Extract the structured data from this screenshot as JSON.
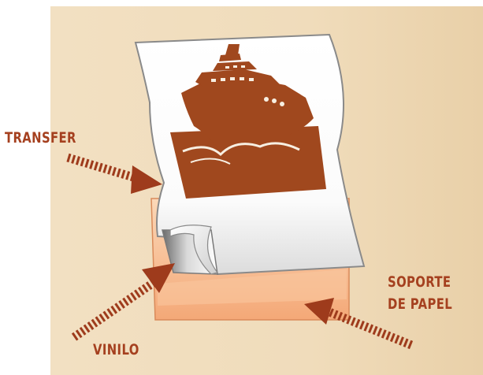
{
  "labels": {
    "transfer": "TRANSFER",
    "vinilo": "VINILO",
    "soporte_line1": "SOPORTE",
    "soporte_line2": "DE PAPEL"
  },
  "colors": {
    "background_panel": "#f3e2c4",
    "label_text": "#a5401f",
    "ship_graphic": "#a0481e",
    "arrow": "#9e3b1c",
    "backing_paper": "#f6b181",
    "transfer_sheet": "#ffffff"
  },
  "graphic": {
    "icon": "cruise-ship-icon"
  }
}
